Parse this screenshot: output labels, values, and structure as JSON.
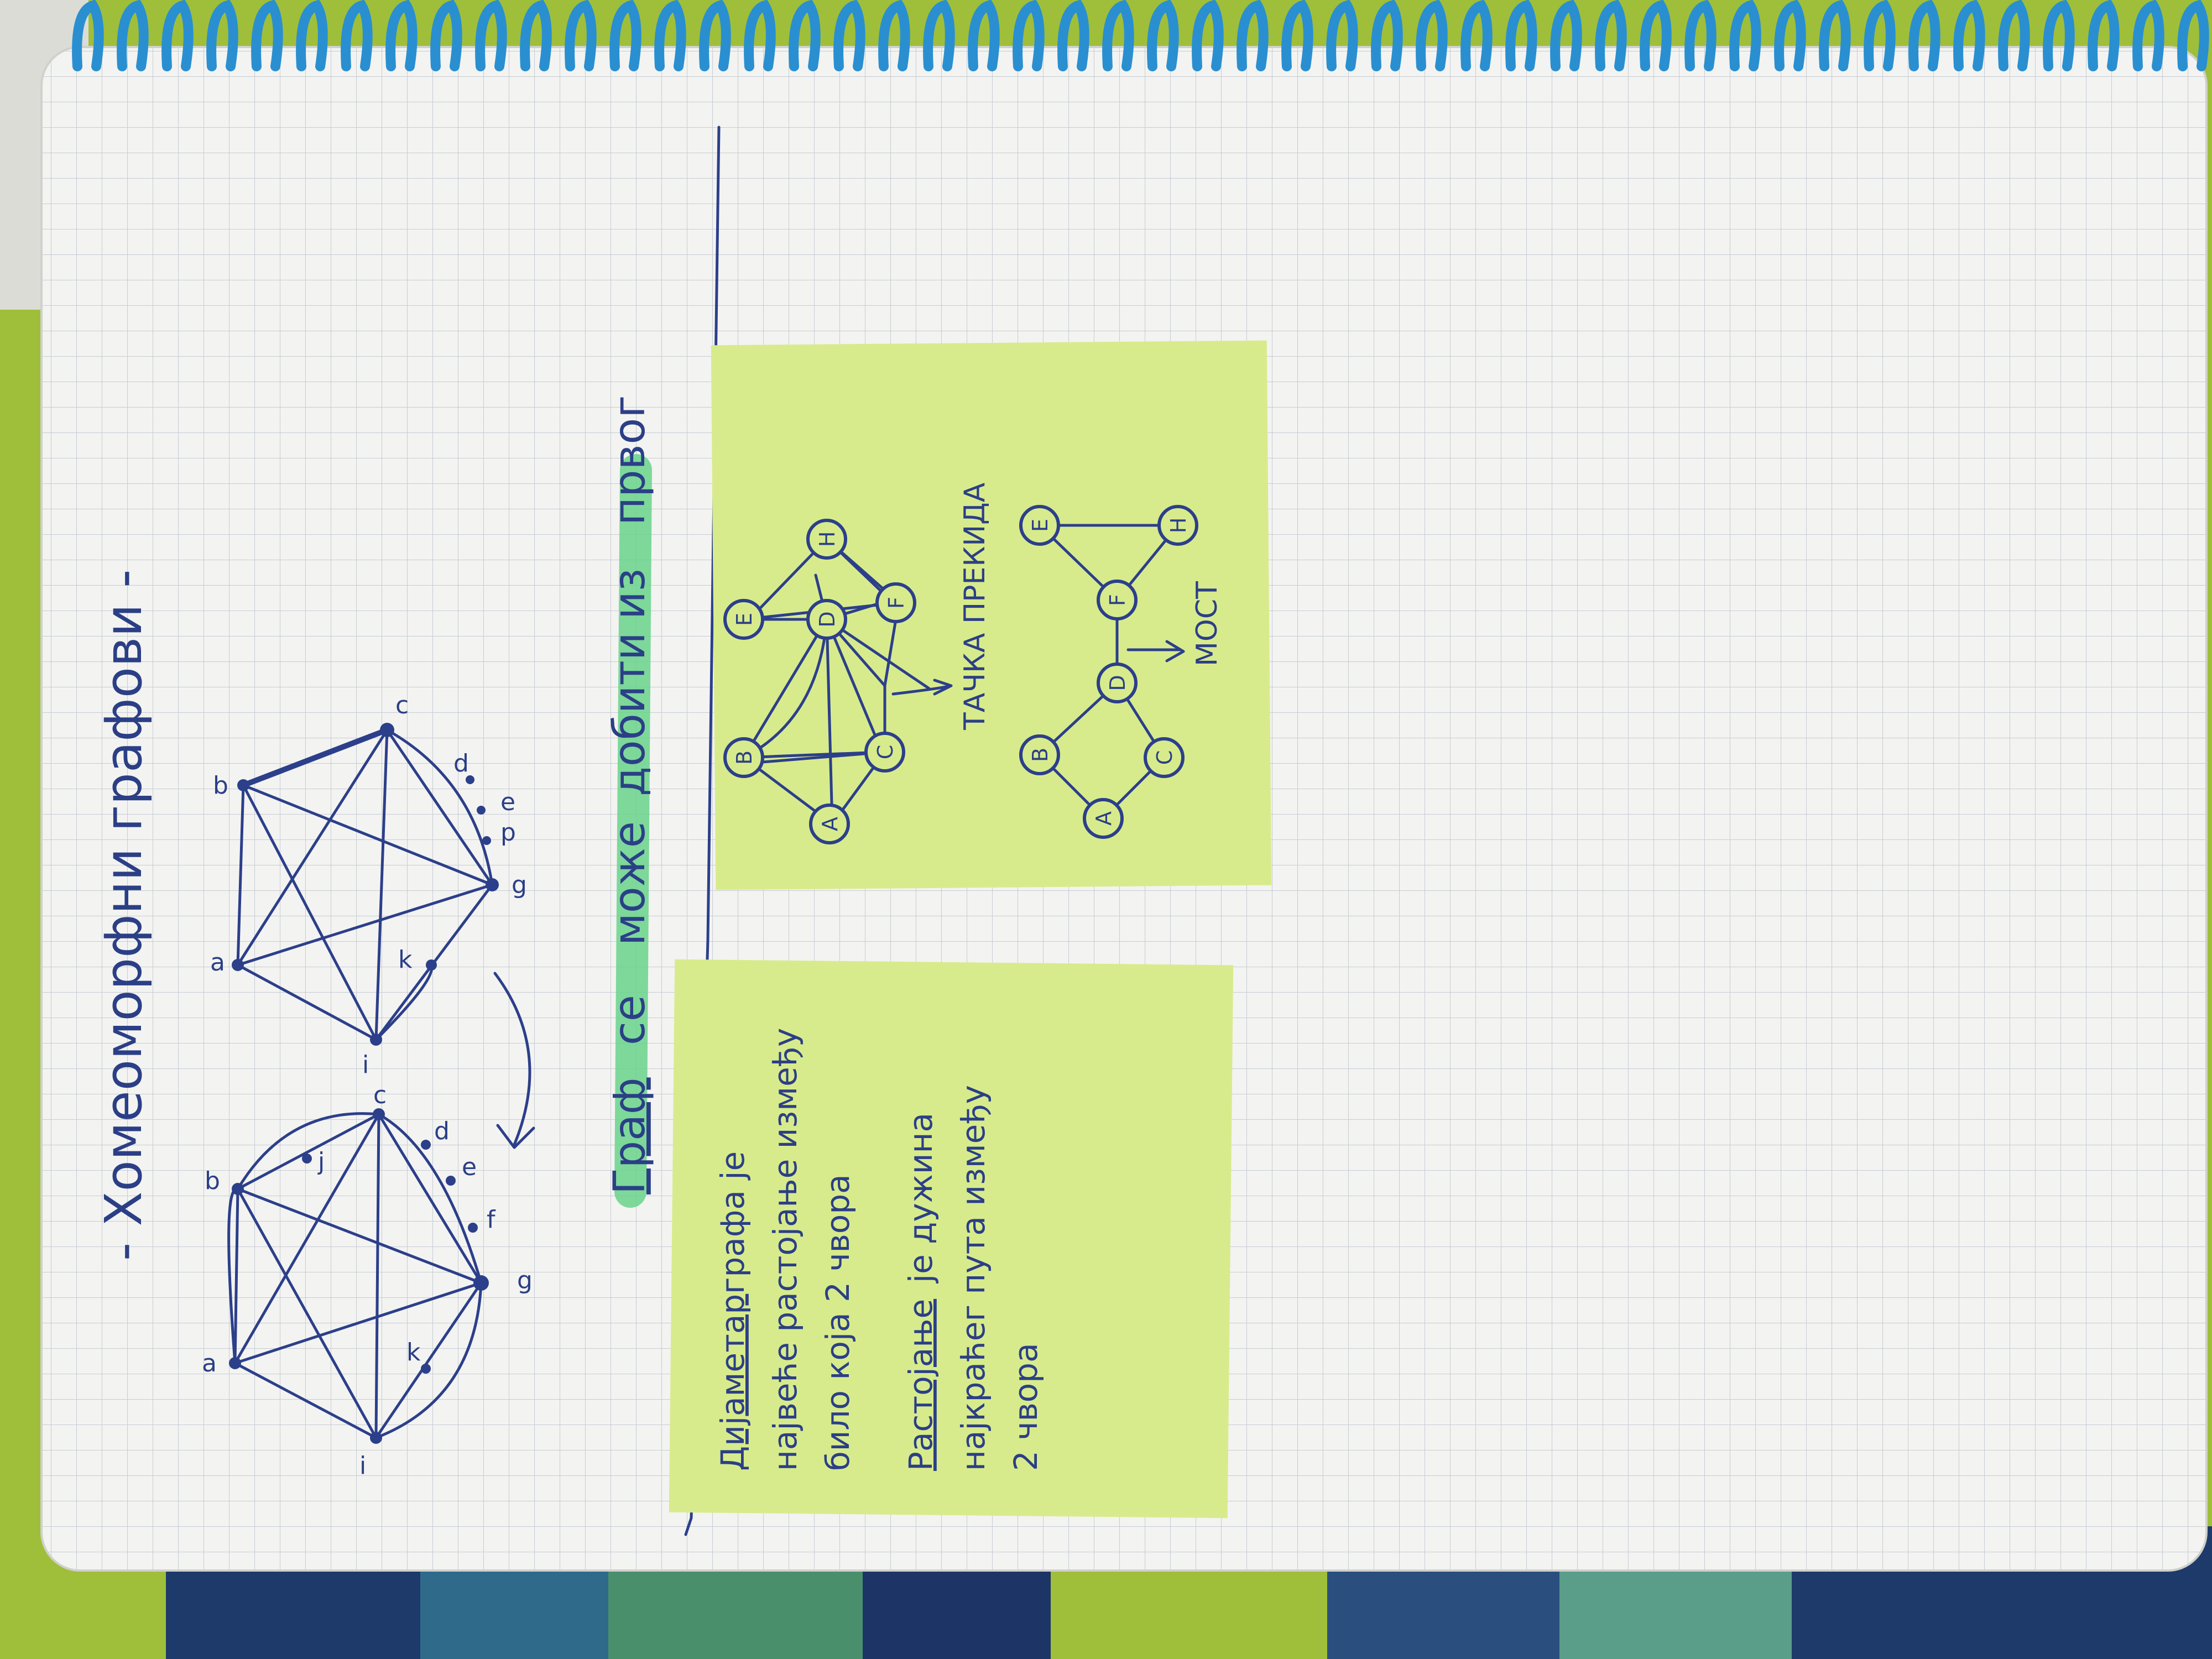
{
  "page": {
    "title": "- Хомеоморфни графови -",
    "statement": {
      "w1": "Граф",
      "w2": "се",
      "w3": "може",
      "w4": "добити",
      "w5": "из",
      "w6": "првог"
    }
  },
  "graph_left": {
    "labels": [
      "a",
      "b",
      "c",
      "d",
      "e",
      "f",
      "g",
      "i",
      "j",
      "k"
    ]
  },
  "graph_right": {
    "labels": [
      "a",
      "b",
      "c",
      "d",
      "e",
      "p",
      "g",
      "i",
      "k"
    ]
  },
  "note_definitions": {
    "term1": "Дијаметар",
    "term1_rest": "графа је",
    "def1_line1": "највеће растојање између",
    "def1_line2": "било која 2 чвора",
    "term2": "Растојање",
    "term2_rest": "је дужина",
    "def2_line1": "најкраћег пута између",
    "def2_line2": "2 чвора"
  },
  "note_graphs": {
    "top_nodes": [
      "A",
      "B",
      "C",
      "D",
      "E",
      "F",
      "H"
    ],
    "top_caption": "ТАЧКА ПРЕКИДА",
    "bottom_nodes": [
      "A",
      "B",
      "C",
      "D",
      "F",
      "E",
      "H"
    ],
    "bottom_caption": "МОСТ"
  },
  "colors": {
    "ink": "#2c3f8a",
    "paper": "#f4f4f2",
    "grid": "#c9cdd3",
    "sticky_note": "#d8eb8c",
    "highlight": "#6fd38f",
    "spiral": "#2a8fd0"
  }
}
